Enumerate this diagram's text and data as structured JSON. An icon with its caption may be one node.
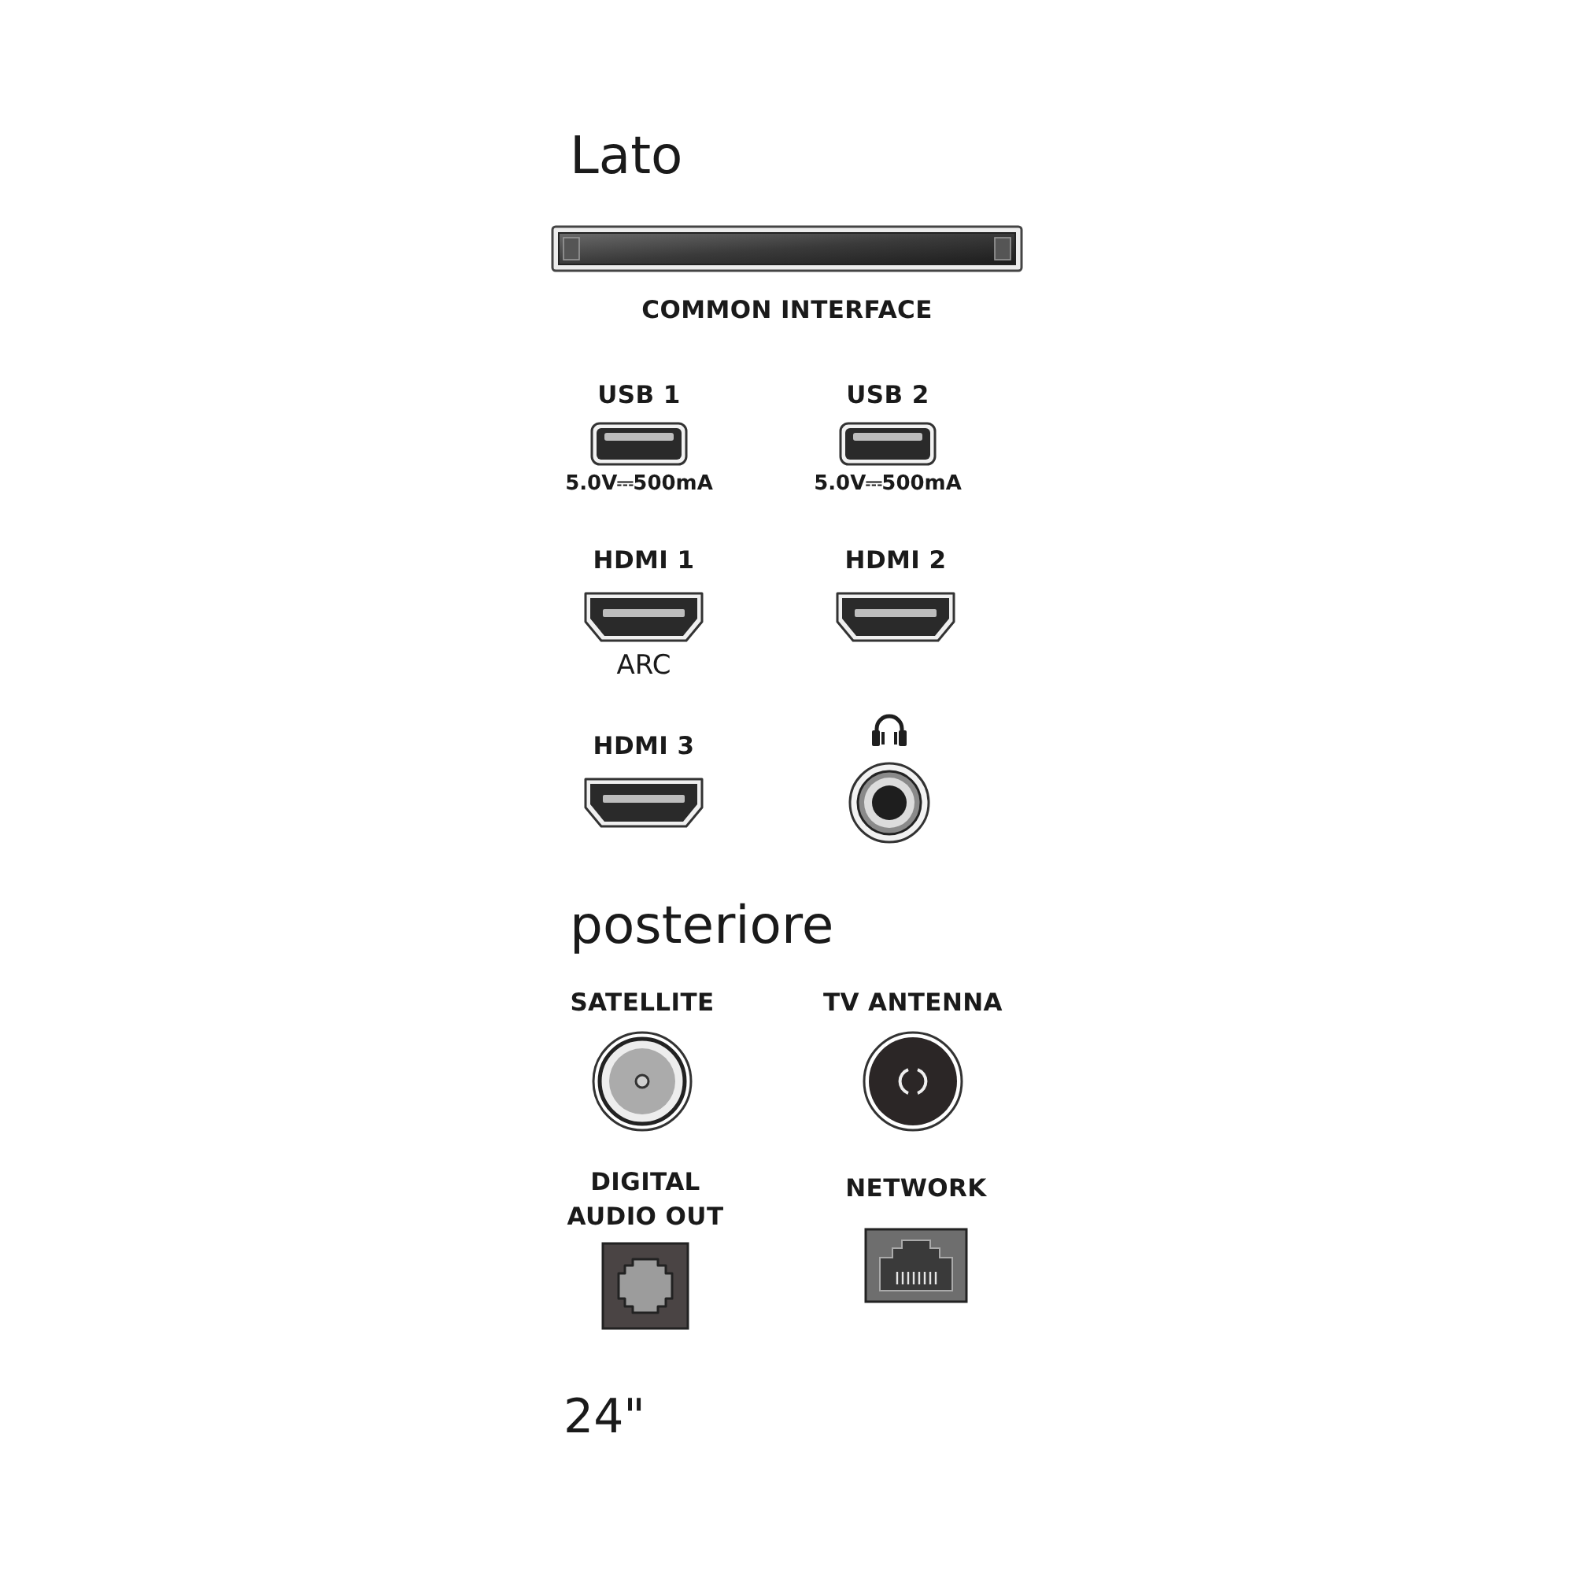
{
  "diagram": {
    "nodes": [
      {
        "text": [
          "COMMON INTERFACE"
        ]
      },
      {
        "text": [
          "USB 1",
          "5.0V⎓500mA"
        ]
      },
      {
        "text": [
          "USB 2",
          "5.0V⎓500mA"
        ]
      },
      {
        "text": [
          "HDMI 1",
          "ARC"
        ]
      },
      {
        "text": [
          "HDMI 2"
        ]
      },
      {
        "text": [
          "HDMI 3"
        ]
      },
      {
        "text": [],
        "shape": "picture"
      },
      {
        "text": [
          "SATELLITE"
        ]
      },
      {
        "text": [
          "TV ANTENNA"
        ]
      },
      {
        "text": [
          "DIGITAL AUDIO OUT"
        ]
      },
      {
        "text": [
          "NETWORK"
        ]
      }
    ],
    "labels": [
      "Lato",
      "posteriore",
      "24\""
    ]
  }
}
